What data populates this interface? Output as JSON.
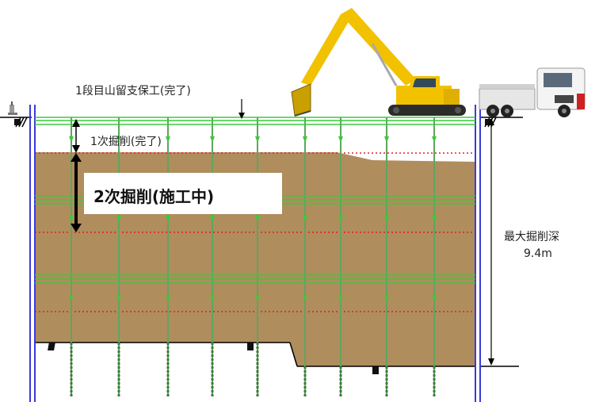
{
  "labels": {
    "support_stage1": "1段目山留支保工(完了)",
    "excavation1": "1次掘削(完了)",
    "excavation2": "2次掘削(施工中)",
    "max_depth_title": "最大掘削深",
    "max_depth_value": "9.4m"
  },
  "colors": {
    "soil": "#b08d5d",
    "strut_green": "#3cc83c",
    "pile_green": "#5fa55f",
    "red_dotted": "#e02020",
    "sheet_wall": "#3b3bdb",
    "excavator_yellow": "#f2c100",
    "truck_white": "#f2f2f2",
    "arrow_black": "#000000"
  },
  "icons": [
    "excavator-icon",
    "dump-truck-icon",
    "survey-marker-icon"
  ]
}
